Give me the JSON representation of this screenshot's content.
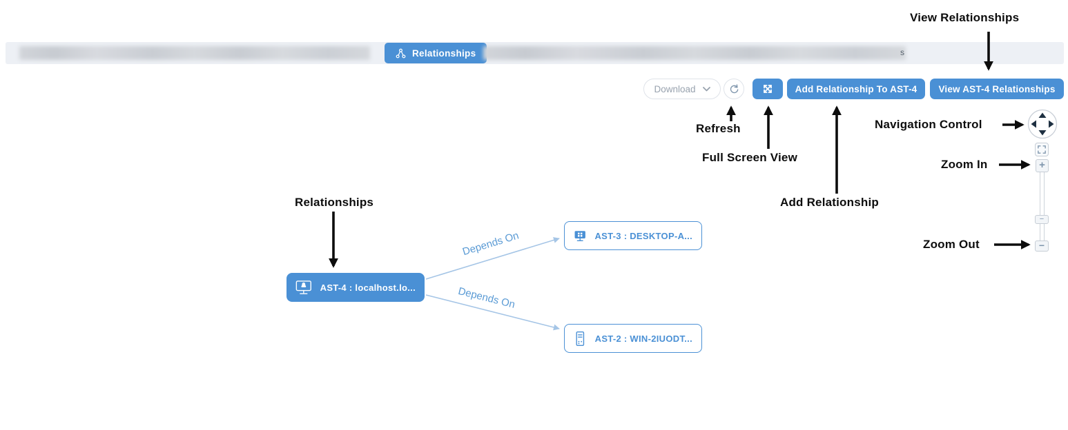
{
  "colors": {
    "primary_blue": "#4a90d5",
    "tab_bar_bg": "#edf0f5",
    "edge_line": "#a5c5e6",
    "edge_label": "#5b9bd5",
    "annotation": "#0d0d0d",
    "muted_text": "#98a2ae"
  },
  "tab_bar": {
    "active_tab": {
      "label": "Relationships"
    },
    "trailing_text": "s"
  },
  "toolbar": {
    "download": {
      "label": "Download"
    },
    "add_relationship_button": "Add Relationship To AST-4",
    "view_relationships_button": "View AST-4 Relationships"
  },
  "canvas_controls": {
    "zoom_in_symbol": "+",
    "zoom_out_symbol": "−",
    "slider_handle_symbol": "−"
  },
  "graph": {
    "nodes": [
      {
        "id": "AST-4",
        "label": "AST-4 : localhost.lo...",
        "icon": "linux-host-icon",
        "style": "primary"
      },
      {
        "id": "AST-3",
        "label": "AST-3 : DESKTOP-A...",
        "icon": "windows-desktop-icon",
        "style": "outline"
      },
      {
        "id": "AST-2",
        "label": "AST-2 : WIN-2IUODT...",
        "icon": "server-icon",
        "style": "outline"
      }
    ],
    "edges": [
      {
        "from": "AST-4",
        "to": "AST-3",
        "label": "Depends On"
      },
      {
        "from": "AST-4",
        "to": "AST-2",
        "label": "Depends On"
      }
    ]
  },
  "annotations": {
    "view_relationships": "View Relationships",
    "refresh": "Refresh",
    "full_screen_view": "Full Screen View",
    "add_relationship": "Add Relationship",
    "navigation_control": "Navigation Control",
    "zoom_in": "Zoom In",
    "zoom_out": "Zoom Out",
    "relationships": "Relationships"
  }
}
